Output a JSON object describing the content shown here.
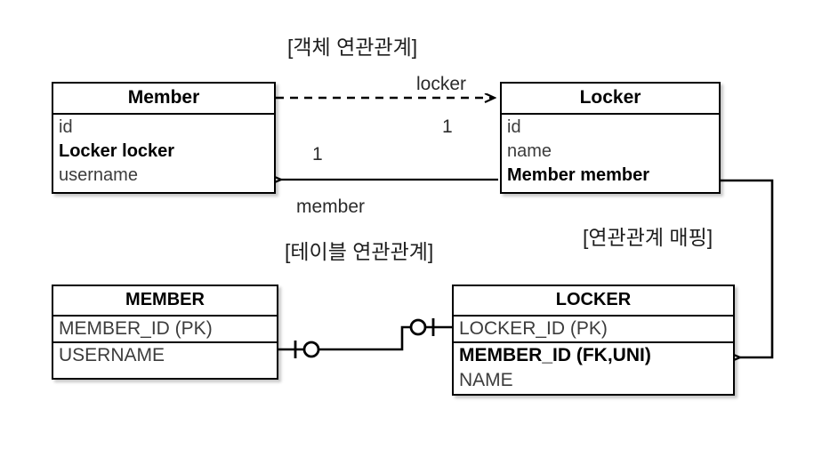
{
  "diagram": {
    "title_object_association": "[객체 연관관계]",
    "title_table_association": "[테이블 연관관계]",
    "title_mapping": "[연관관계 매핑]"
  },
  "object_model": {
    "member_entity": {
      "name": "Member",
      "fields": [
        {
          "text": "id",
          "bold": false
        },
        {
          "text": "Locker locker",
          "bold": true
        },
        {
          "text": "username",
          "bold": false
        }
      ]
    },
    "locker_entity": {
      "name": "Locker",
      "fields": [
        {
          "text": "id",
          "bold": false
        },
        {
          "text": "name",
          "bold": false
        },
        {
          "text": "Member member",
          "bold": true
        }
      ]
    },
    "associations": [
      {
        "role_label": "locker",
        "multiplicity": "1",
        "style": "dashed",
        "direction": "member-to-locker"
      },
      {
        "role_label": "member",
        "multiplicity": "1",
        "style": "solid",
        "direction": "locker-to-member"
      }
    ]
  },
  "relational_model": {
    "member_table": {
      "name": "MEMBER",
      "columns": [
        {
          "text": "MEMBER_ID (PK)",
          "bold": false,
          "separator": false
        },
        {
          "text": "USERNAME",
          "bold": false,
          "separator": true
        }
      ]
    },
    "locker_table": {
      "name": "LOCKER",
      "columns": [
        {
          "text": "LOCKER_ID (PK)",
          "bold": false,
          "separator": false
        },
        {
          "text": "MEMBER_ID (FK,UNI)",
          "bold": true,
          "separator": true
        },
        {
          "text": "NAME",
          "bold": false,
          "separator": false
        }
      ]
    },
    "relationship": {
      "notation": "crows-foot",
      "left_end": "one-and-only-one",
      "right_end": "zero-or-one"
    }
  },
  "colors": {
    "stroke": "#000000",
    "field_text": "#3c3c3c",
    "background": "#ffffff"
  }
}
